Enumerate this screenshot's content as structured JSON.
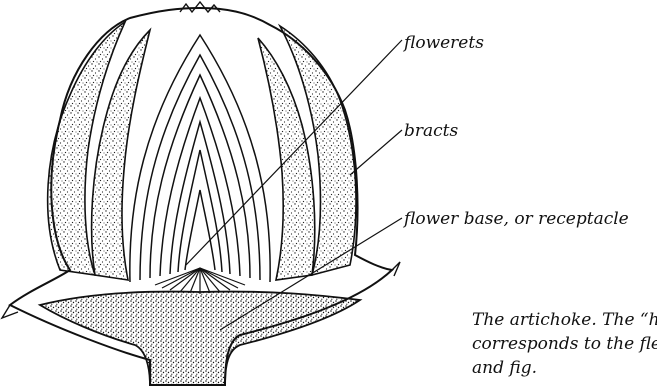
{
  "labels": {
    "flowerets": "flowerets",
    "bracts": "bracts",
    "receptacle": "flower base, or receptacle"
  },
  "caption": {
    "line1": "The artichoke. The “he",
    "line2": "corresponds to the flesh",
    "line3": "and fig."
  }
}
